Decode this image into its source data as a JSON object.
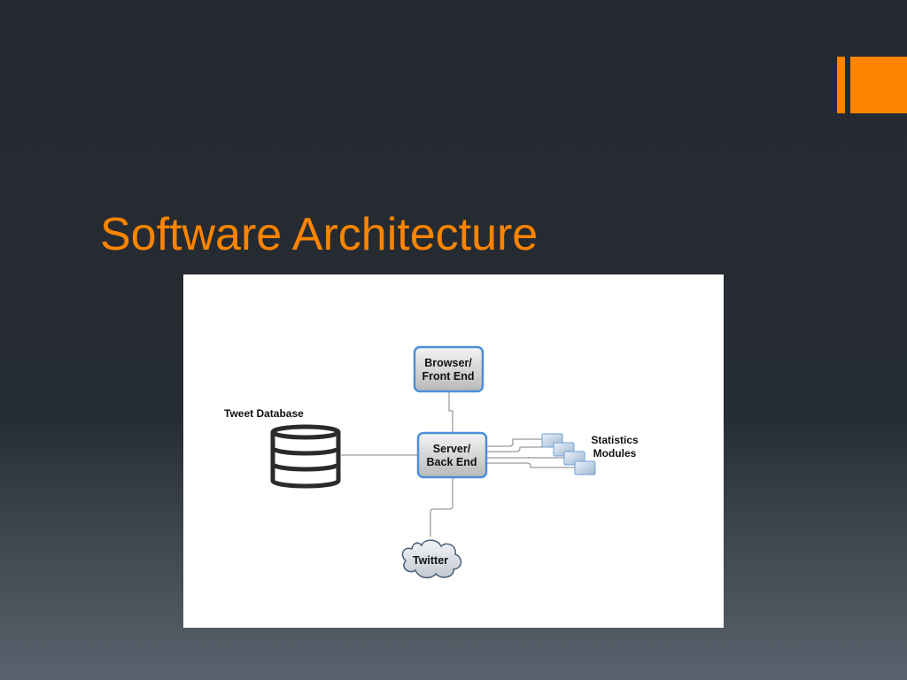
{
  "slide": {
    "title": "Software Architecture"
  },
  "diagram": {
    "nodes": {
      "browser": {
        "line1": "Browser/",
        "line2": "Front End"
      },
      "server": {
        "line1": "Server/",
        "line2": "Back End"
      },
      "database": {
        "label": "Tweet Database"
      },
      "twitter": {
        "label": "Twitter"
      },
      "statistics": {
        "line1": "Statistics",
        "line2": "Modules"
      }
    },
    "edges": [
      {
        "from": "server",
        "to": "browser"
      },
      {
        "from": "server",
        "to": "database"
      },
      {
        "from": "server",
        "to": "twitter"
      },
      {
        "from": "server",
        "to": "statistics"
      }
    ]
  },
  "colors": {
    "accent": "#ff8400",
    "background_top": "#252a31",
    "background_bottom": "#5a636d",
    "node_border": "#4a90d9",
    "connector": "#808080"
  }
}
